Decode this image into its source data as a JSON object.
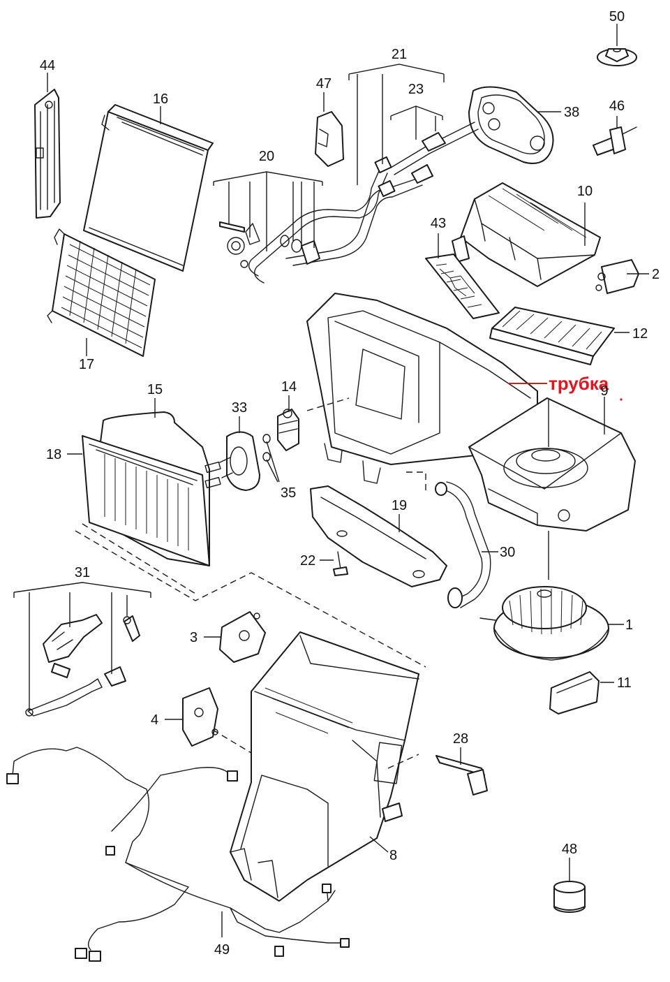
{
  "colors": {
    "line": "#1a1a1a",
    "annotation": "#e8121c",
    "background": "#ffffff"
  },
  "annotation": {
    "text": "трубка"
  },
  "callouts": {
    "c1": "1",
    "c2": "2",
    "c3": "3",
    "c4": "4",
    "c8": "8",
    "c9": "9",
    "c10": "10",
    "c11": "11",
    "c12": "12",
    "c14": "14",
    "c15": "15",
    "c16": "16",
    "c17": "17",
    "c18": "18",
    "c19": "19",
    "c20": "20",
    "c21": "21",
    "c22": "22",
    "c23": "23",
    "c28": "28",
    "c30": "30",
    "c31": "31",
    "c33": "33",
    "c35": "35",
    "c38": "38",
    "c43": "43",
    "c44": "44",
    "c46": "46",
    "c47": "47",
    "c48": "48",
    "c49": "49",
    "c50": "50"
  }
}
